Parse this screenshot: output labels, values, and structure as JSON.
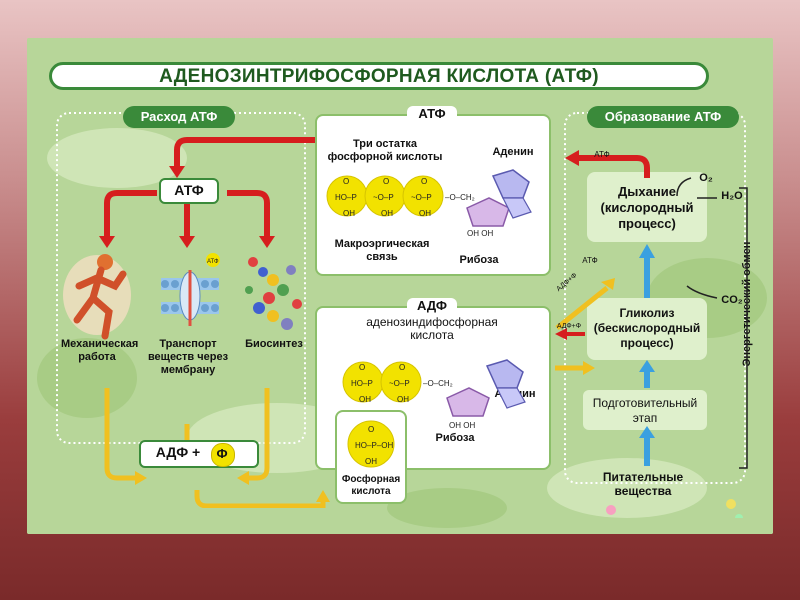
{
  "title": "АДЕНОЗИНТРИФОСФОРНАЯ КИСЛОТА (АТФ)",
  "left_panel": {
    "header": "Расход АТФ",
    "atp": "АТФ",
    "uses": [
      {
        "label": "Механическая работа"
      },
      {
        "label": "Транспорт веществ через мембрану"
      },
      {
        "label": "Биосинтез"
      }
    ],
    "adp_plus": "АДФ +",
    "phosphate_symbol": "Ф",
    "small_atp": "АТФ"
  },
  "atp_box": {
    "title": "АТФ",
    "phosphate_label": "Три остатка фосфорной кислоты",
    "adenine": "Аденин",
    "macro_bond": "Макроэргическая связь",
    "ribose": "Рибоза"
  },
  "adp_box": {
    "title": "АДФ",
    "subtitle": "аденозиндифосфорная кислота",
    "adenine": "Аденин",
    "ribose": "Рибоза",
    "phosphoric": "Фосфорная кислота"
  },
  "right_panel": {
    "header": "Образование АТФ",
    "respiration": "Дыхание (кислородный процесс)",
    "glycolysis": "Гликолиз (бескислородный процесс)",
    "preparatory": "Подготовительный этап",
    "nutrients": "Питательные вещества",
    "energy_exchange": "Энергетический обмен",
    "o2": "O₂",
    "h2o": "H₂O",
    "co2": "CO₂",
    "atp_small": "АТФ",
    "adp_f": "АДФ+Ф"
  }
}
